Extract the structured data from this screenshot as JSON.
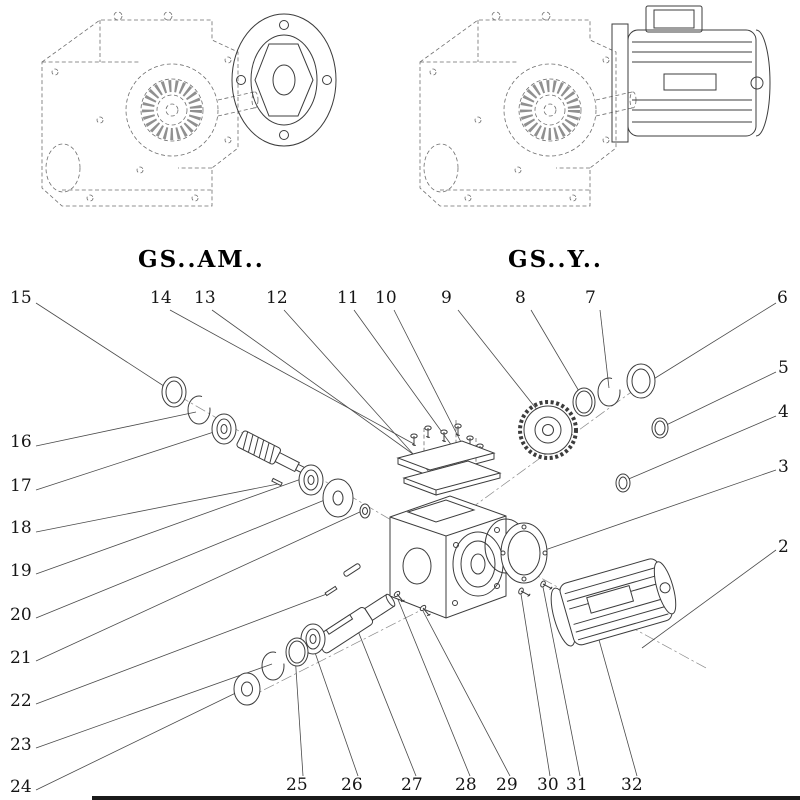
{
  "diagram": {
    "type": "exploded-parts-diagram",
    "variants": [
      {
        "label": "GS..AM.."
      },
      {
        "label": "GS..Y.."
      }
    ],
    "line_color": "#3c3c3c",
    "dashed_color": "#6e6e6e"
  },
  "callouts": {
    "items": [
      {
        "num": "2"
      },
      {
        "num": "3"
      },
      {
        "num": "4"
      },
      {
        "num": "5"
      },
      {
        "num": "6"
      },
      {
        "num": "7"
      },
      {
        "num": "8"
      },
      {
        "num": "9"
      },
      {
        "num": "10"
      },
      {
        "num": "11"
      },
      {
        "num": "12"
      },
      {
        "num": "13"
      },
      {
        "num": "14"
      },
      {
        "num": "15"
      },
      {
        "num": "16"
      },
      {
        "num": "17"
      },
      {
        "num": "18"
      },
      {
        "num": "19"
      },
      {
        "num": "20"
      },
      {
        "num": "21"
      },
      {
        "num": "22"
      },
      {
        "num": "23"
      },
      {
        "num": "24"
      },
      {
        "num": "25"
      },
      {
        "num": "26"
      },
      {
        "num": "27"
      },
      {
        "num": "28"
      },
      {
        "num": "29"
      },
      {
        "num": "30"
      },
      {
        "num": "31"
      },
      {
        "num": "32"
      }
    ]
  }
}
